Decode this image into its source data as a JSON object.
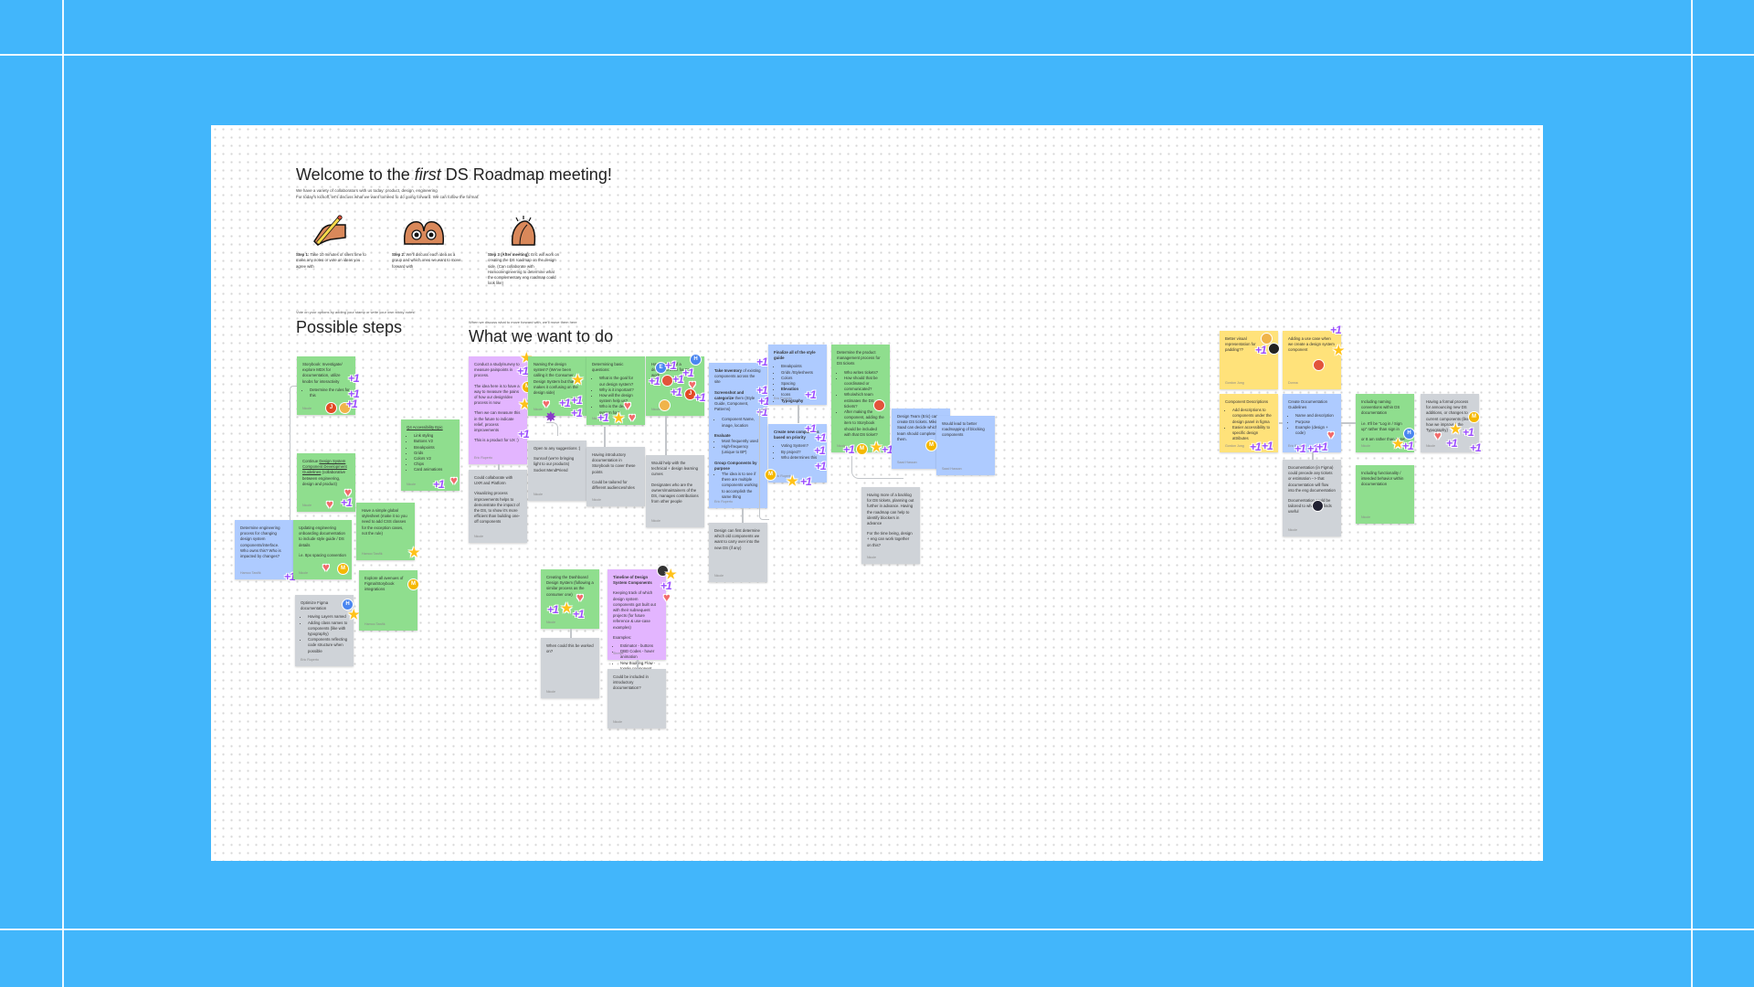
{
  "board": {
    "title_pre": "Welcome to the ",
    "title_em": "first",
    "title_post": " DS Roadmap meeting!",
    "intro_line1": "We have a variety of collaborators with us today: product, design, engineering",
    "intro_line2": "For today's kickoff, let's discuss what we want to/need to do going forward. We can follow the format:",
    "steps": [
      {
        "label": "Step 1:",
        "text": " Take 10 minutes of silent time to make any notes or vote on ideas you agree with",
        "icon": "writing-hand-icon"
      },
      {
        "label": "Step 2:",
        "text": " We'll discuss each idea as a group and which ones we want to move forward with",
        "icon": "binocular-hands-icon"
      },
      {
        "label": "Step 3 (After meeting):",
        "text": " Eric will work on creating the DS roadmap on the design side. (Can collaborate with Hamoo/engineering to determine what the complementary eng roadmap could look like)",
        "icon": "high-five-icon"
      }
    ]
  },
  "possible_steps": {
    "hint": "Vote on your options by adding your stamp or write your own sticky notes!",
    "title": "Possible steps",
    "notes": [
      {
        "id": "storybook",
        "color": "green",
        "text": "Storybook: Investigate/ explore MDX for documentation, utilize knobs for interactivity",
        "bullets": [
          "Determine the rules for this"
        ],
        "author": "Nicole"
      },
      {
        "id": "guidelines",
        "color": "green",
        "text_pre": "Continue ",
        "text_link": "Design System Component Development Guidelines",
        "text_post": " (collaborative between engineering, design and product)",
        "author": "Nicole"
      },
      {
        "id": "a11y",
        "color": "green",
        "title": "Q4 Accessibility Epic",
        "bullets": [
          "Link styling",
          "Buttons V2",
          "Breakpoints",
          "Grids",
          "Colors V2",
          "Chips",
          "Card animations"
        ],
        "author": "Nicole"
      },
      {
        "id": "eng-process",
        "color": "blue",
        "text": "Determine engineering process for changing design system components/interface. Who owns this? Who is impacted by changes?",
        "author": "Hamoo Tawfik"
      },
      {
        "id": "onboarding",
        "color": "green",
        "text": "Updating engineering onboarding documentation to include style guide / DS details",
        "text2": "i.e. 8px spacing convention",
        "author": "Nicole"
      },
      {
        "id": "stylesheet",
        "color": "green",
        "text": "Have a simple global stylesheet (make it so you need to add CSS classes for the exception cases, not the rule)",
        "author": "Hamoo Tawfik"
      },
      {
        "id": "figma-docs",
        "color": "gray",
        "text": "Optimize Figma documentation",
        "bullets": [
          "Having Layers named",
          "Adding class names to components (like with typography)",
          "Components reflecting code structure when possible"
        ],
        "author": "Eric Ruperto"
      },
      {
        "id": "storybook-integrations",
        "color": "green",
        "text": "Explore all avenues of Figma/Storybook integrations",
        "author": "Hamoo Tawfik"
      }
    ]
  },
  "want_to_do": {
    "hint": "When we discuss what to move forward with, we'll move them here",
    "title": "What we want to do",
    "notes": [
      {
        "id": "survey",
        "color": "purple",
        "p1": "Conduct a study/survey to measure painpoints in process.",
        "p2": "The idea here is to have a way to measure the pains of how our design/dev process is now.",
        "p3": "Then we can measure this in the future to indicate relief, process improvements",
        "p4": "This is a product for UX :)",
        "author": "Eric Ruperto"
      },
      {
        "id": "ux-platform",
        "color": "gray",
        "p1": "Could collaborate with UXR and Platform",
        "p2": "Visualizing process improvements helps to demonstrate the impact of the DS, to show it's more efficient than building one-off components",
        "author": "Nicole"
      },
      {
        "id": "naming",
        "color": "green",
        "p1": "Naming the design system? (We've been calling it the Consumer Design System but that makes it confusing on the design side)",
        "author": "Nicole"
      },
      {
        "id": "suggestions",
        "color": "gray",
        "p1": "Open to any suggestions :)",
        "p2": "Sunroof (we're bringing light to our products) Socket MendPriend",
        "author": "Nicole"
      },
      {
        "id": "basic-questions",
        "color": "green",
        "p1": "Determining basic questions:",
        "bullets": [
          "What is the goal for our design system?",
          "Why is it important?",
          "How will the design system help us?",
          "Who is the design system for?"
        ],
        "author": "Nicole"
      },
      {
        "id": "intro-docs",
        "color": "gray",
        "p1": "Having introductory documentation in Storybook to cover these points",
        "p2": "Could be tailored for different audiences/roles",
        "author": "Nicole"
      },
      {
        "id": "dedicated-team",
        "color": "green",
        "p1": "Having more of a dedicated team for DS work",
        "author": "Nicole"
      },
      {
        "id": "learning-curves",
        "color": "gray",
        "p1": "Would help with the technical + design learning curves",
        "p2": "Designates who are the owners/maintainers of the DS, manages contributions from other people",
        "author": "Nicole"
      },
      {
        "id": "inventory",
        "color": "blue",
        "b1": "Take Inventory",
        "p1": " of existing components across the site",
        "b2": "Screenshot and categorize",
        "p2": " them (Style Guide, Component, Patterns)",
        "bullets1": [
          "Component Name, image, location"
        ],
        "b3": "Evaluate",
        "bullets2": [
          "Most frequently used",
          "High-frequency (unique to BP)"
        ],
        "b4": "Group Components by purpose",
        "bullets3": [
          "The idea is to see if there are multiple components working to accomplish the same thing"
        ],
        "author": "Eric Ruperto"
      },
      {
        "id": "old-components",
        "color": "gray",
        "p1": "Design can first determine which old components we want to carry over into the new DS (if any)",
        "author": "Nicole"
      },
      {
        "id": "style-guide",
        "color": "blue",
        "b1": "Finalize all of the style guide",
        "bullets": [
          "Breakpoints",
          "Grids /Stylesheets",
          "Colors",
          "Spacing",
          "Elevation",
          "Icons",
          "Typography"
        ],
        "author": "Eric Ruperto"
      },
      {
        "id": "new-components",
        "color": "blue",
        "b1": "Create new components based on priority",
        "bullets": [
          "Voting System?",
          "By project?",
          "Who determines this"
        ],
        "author": "Eric Ruperto"
      },
      {
        "id": "pm-process",
        "color": "green",
        "p1": "Determine the product management process for DS tickets",
        "bullets": [
          "Who writes tickets?",
          "How should that be coordinated or communicated?",
          "Who/which team estimates the DS tickets?",
          "After making the component, adding the item to Storybook should be included with that DS ticket?"
        ],
        "author": "Nicole"
      },
      {
        "id": "backlog",
        "color": "gray",
        "p1": "Having more of a backlog for DS tickets, planning out further in advance. Having the roadmap can help to identify blockers in advance",
        "p2": "For the time being, design + eng can work together on this?",
        "author": "Nicole"
      },
      {
        "id": "design-team",
        "color": "blue",
        "p1": "Design Team (Eric) can create DS tickets. Mike / Saad can decide which team should complete them.",
        "author": "Saad Hassan"
      },
      {
        "id": "roadmapping",
        "color": "blue",
        "p1": "Would lead to better roadmapping of blocking components",
        "author": "Saad Hassan"
      },
      {
        "id": "dashboard",
        "color": "green",
        "p1": "Creating the Dashboard Design System (following a similar process as the consumer one)",
        "author": "Nicole"
      },
      {
        "id": "when",
        "color": "gray",
        "p1": "When could this be worked on?",
        "author": "Nicole"
      },
      {
        "id": "timeline",
        "color": "purple",
        "b1": "Timeline of Design System Components",
        "p1": "Keeping track of which design system components got built out with their subsequent projects (for future reference & use-case examples)",
        "p2": "Examples:",
        "bullets": [
          "Estimator - buttons",
          "DBD Codes - hover animation",
          "New Booking Flow - toggle component"
        ],
        "author": "Shreya"
      },
      {
        "id": "intro-q",
        "color": "gray",
        "p1": "Could be included in introductory documentation?",
        "author": "Nicole"
      },
      {
        "id": "padding",
        "color": "yellow",
        "p1": "Better visual representation for padding??",
        "author": "Gordon Jung"
      },
      {
        "id": "use-case",
        "color": "yellow",
        "p1": "Adding a use case when we create a design system component",
        "author": "Donna"
      },
      {
        "id": "descriptions",
        "color": "yellow",
        "p1": "Component Descriptions",
        "bullets": [
          "Add descriptions to components under the design panel in figma",
          "Easier accessibility to specific design attributes"
        ],
        "author": "Gordon Jung"
      },
      {
        "id": "doc-guidelines",
        "color": "blue",
        "p1": "Create Documentation Guidelines",
        "bullets": [
          "Name and description",
          "Purpose",
          "Example (design + code)"
        ],
        "author": "Eric Ruperto"
      },
      {
        "id": "figma-first",
        "color": "gray",
        "p1": "Documentation (in Figma) could precede any tickets or estimation --> that documentation will flow into the eng documentation",
        "p2": "Documentation could be tailored to what eng finds useful",
        "author": "Nicole"
      },
      {
        "id": "naming-conv",
        "color": "green",
        "p1": "Including naming conventions within DS documentation",
        "p2": "i.e. It'll be \"Log in / Sign up\" rather than sign in",
        "p3": "or 8 am rather than 8 AM",
        "author": "Nicole"
      },
      {
        "id": "functionality",
        "color": "green",
        "p1": "Including functionality / intended behavior within documentation",
        "author": "Nicole"
      },
      {
        "id": "announce",
        "color": "gray",
        "p1": "Having a formal process for announcing new DS additions, or changes to current components (like how we improved the Typography)",
        "author": "Nicole"
      }
    ]
  },
  "stamps": {
    "plus_one": "+1",
    "heart": "♥",
    "star": "★",
    "avatars": {
      "j": "J",
      "m": "M",
      "h": "H",
      "e": "E"
    }
  },
  "colors": {
    "background": "#42b6fb",
    "canvas": "#ffffff",
    "green": "#8fde8e",
    "blue": "#aecbff",
    "gray": "#cfd3d8",
    "purple": "#e3b5ff",
    "yellow": "#ffe27a",
    "plus_one": "#9b4dff",
    "heart": "#f26b6b",
    "star": "#ffc21a"
  }
}
